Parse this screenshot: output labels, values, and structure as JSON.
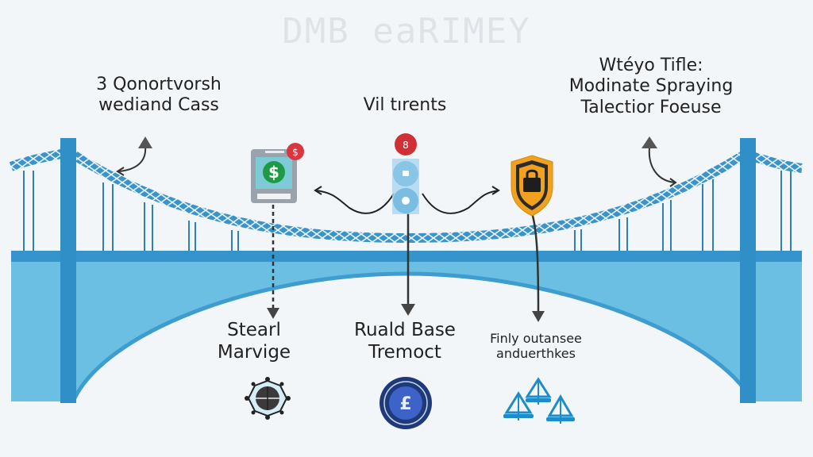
{
  "diagram": {
    "title": "DMB eaRIMEY",
    "labels": {
      "top_left": [
        "3 Qonortvorsh",
        "wediand Cass"
      ],
      "top_center": "Vil tırents",
      "top_right": [
        "Wtéyo Tifle:",
        "Modinate Spraying",
        "Talectior Foeuse"
      ],
      "bottom_left": [
        "Stearl",
        "Marvige"
      ],
      "bottom_center": [
        "Ruald Base",
        "Tremoct"
      ],
      "bottom_right": [
        "Finly outansee",
        "anduerthkes"
      ]
    },
    "icons": {
      "payment_terminal": "payment-terminal-icon",
      "payment_badge": "$",
      "dollar": "$",
      "security_shield": "shield-lock-icon",
      "compass": "compass-icon",
      "coin": "coin-icon",
      "network": "sailboat-network-icon"
    },
    "colors": {
      "bridge_dark": "#2f8fc6",
      "bridge_light": "#6bbfe3",
      "shield": "#f0a21e",
      "badge_red": "#d9363e",
      "dollar_green": "#1f9a44",
      "coin_navy": "#1e3a7a"
    }
  }
}
